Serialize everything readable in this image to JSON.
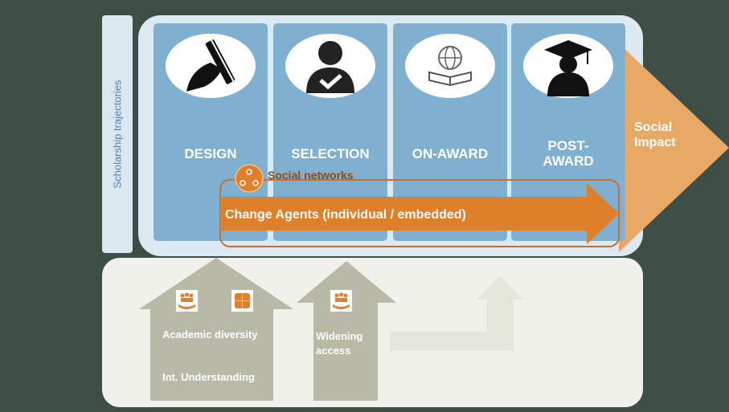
{
  "side_label": "Scholarship trajectories",
  "stages": [
    {
      "label": "DESIGN",
      "icon": "pen-hand-icon"
    },
    {
      "label": "SELECTION",
      "icon": "person-check-icon"
    },
    {
      "label": "ON-AWARD",
      "icon": "globe-book-icon"
    },
    {
      "label_line1": "POST-",
      "label_line2": "AWARD",
      "icon": "graduate-icon"
    }
  ],
  "impact": {
    "line1": "Social",
    "line2": "Impact"
  },
  "social_networks": "Social networks",
  "change_agents": "Change Agents (individual  / embedded)",
  "bottom": {
    "academic_diversity": "Academic diversity",
    "int_understanding": "Int. Understanding",
    "widening_line1": "Widening",
    "widening_line2": "access"
  },
  "colors": {
    "background": "#3e4e47",
    "column": "#7fb0cf",
    "orange": "#e07f2a",
    "impact_arrow": "#e8a866",
    "house": "#b8b9a6"
  }
}
